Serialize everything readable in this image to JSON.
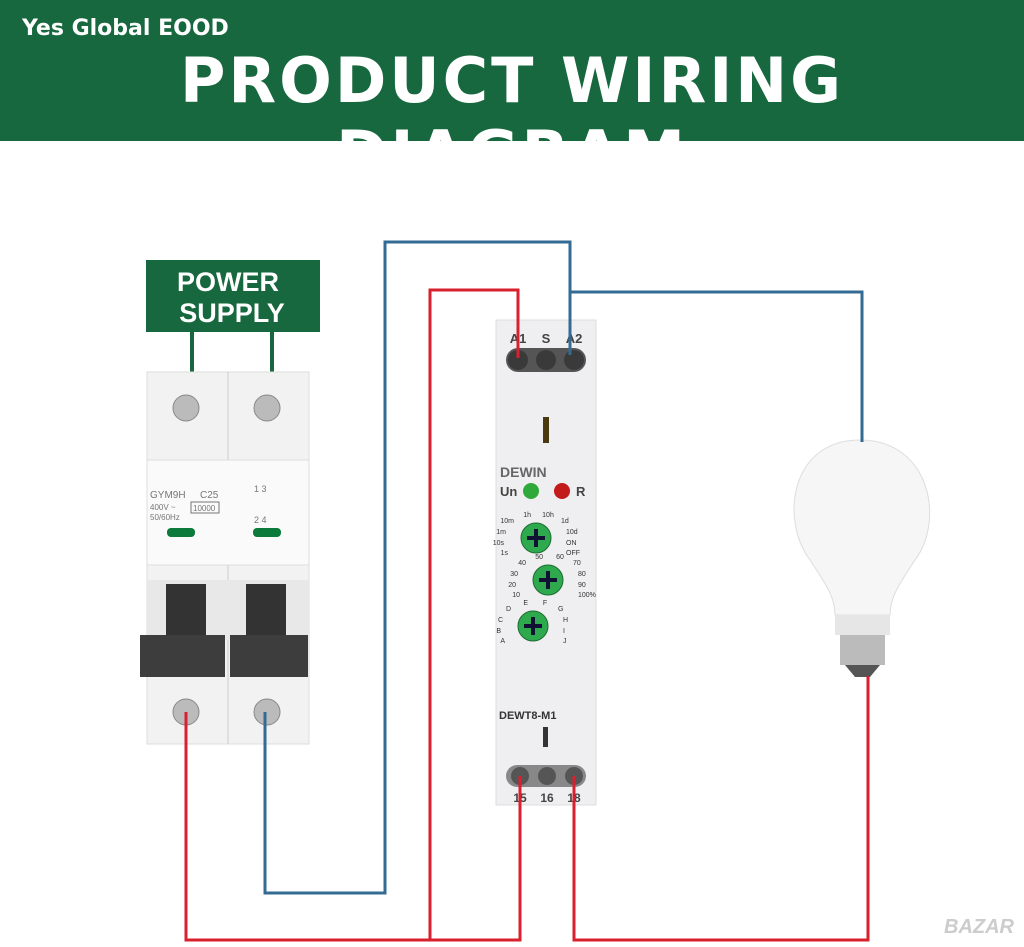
{
  "header": {
    "company": "Yes Global EOOD",
    "title": "PRODUCT WIRING DIAGRAM"
  },
  "power_supply": {
    "line1": "POWER",
    "line2": "SUPPLY"
  },
  "breaker": {
    "model": "GYM9H",
    "rating": "C25",
    "voltage": "400V ~",
    "freq": "50/60Hz",
    "capacity": "10000",
    "poles_top": "1  3",
    "poles_bottom": "2  4"
  },
  "relay": {
    "brand": "DEWIN",
    "model": "DEWT8-M1",
    "top_terminals": [
      "A1",
      "S",
      "A2"
    ],
    "bottom_terminals": [
      "15",
      "16",
      "18"
    ],
    "led_un": "Un",
    "led_r": "R",
    "dial1": [
      "10m",
      "1h",
      "10h",
      "1d",
      "1m",
      "10d",
      "10s",
      "ON",
      "1s",
      "OFF"
    ],
    "dial2": [
      "40",
      "50",
      "60",
      "70",
      "30",
      "80",
      "20",
      "90",
      "10",
      "100%"
    ],
    "dial3": [
      "D",
      "E",
      "F",
      "G",
      "C",
      "H",
      "B",
      "I",
      "A",
      "J"
    ]
  },
  "watermark": "BAZAR",
  "colors": {
    "header": "#17683f",
    "wire_red": "#d9202e",
    "wire_blue": "#336b94"
  }
}
